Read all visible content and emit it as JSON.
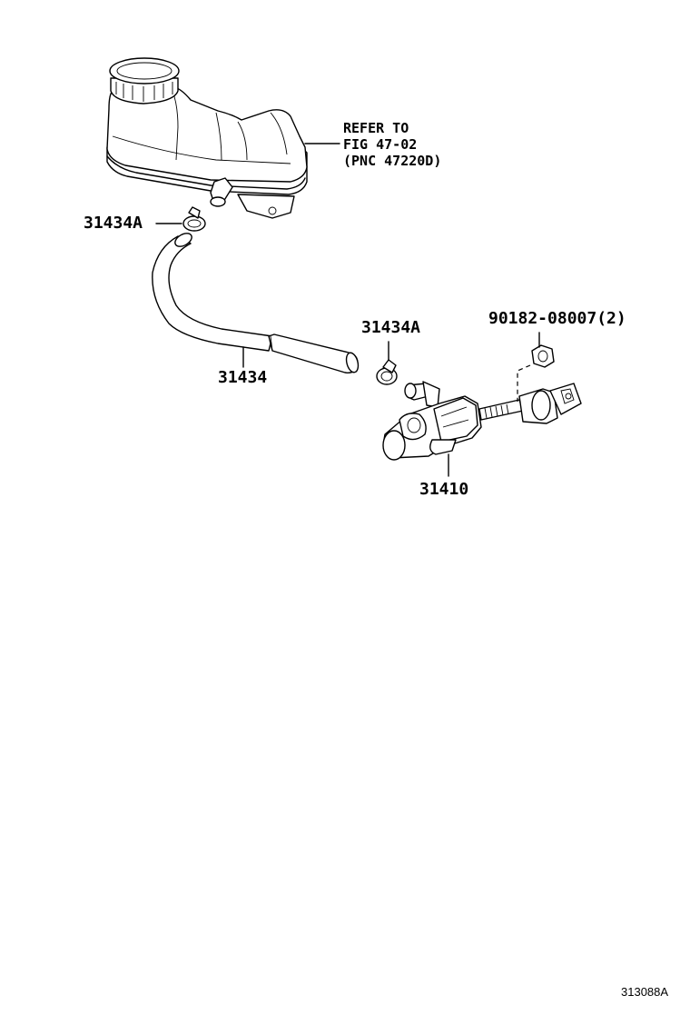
{
  "labels": {
    "reference_note": {
      "line1": "REFER TO",
      "line2": "FIG 47-02",
      "line3": "(PNC 47220D)"
    },
    "clamp_upper": "31434A",
    "clamp_lower": "31434A",
    "hose": "31434",
    "nut": "90182-08007(2)",
    "master_cylinder": "31410",
    "illustration_id": "313088A"
  }
}
